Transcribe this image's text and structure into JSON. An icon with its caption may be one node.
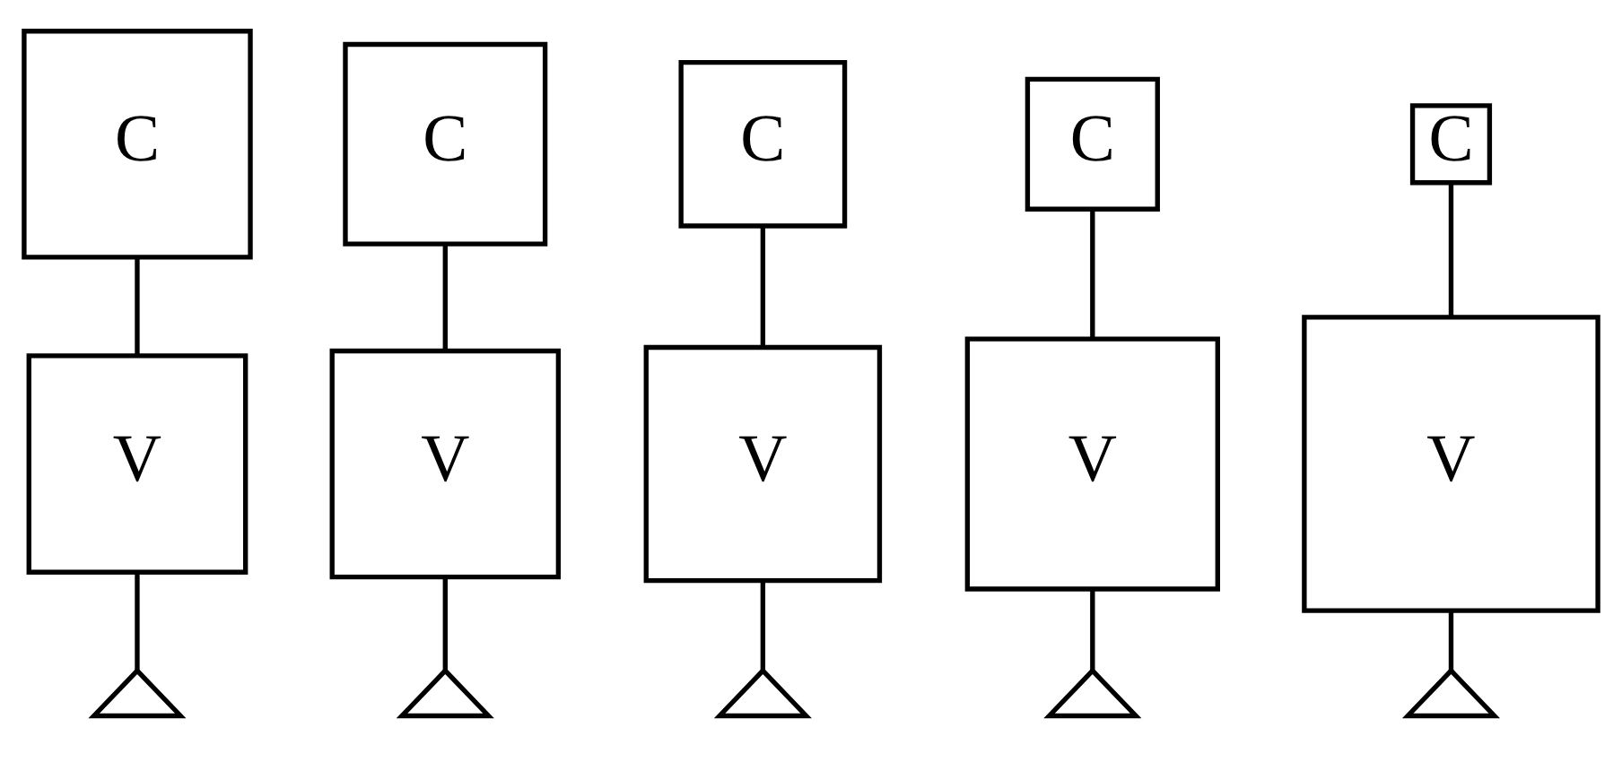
{
  "diagram": {
    "nodes": [
      {
        "text": [
          "C"
        ]
      },
      {
        "text": [
          "V"
        ]
      },
      {
        "text": [],
        "shape": "triangle"
      },
      {
        "text": [
          "C"
        ]
      },
      {
        "text": [
          "V"
        ]
      },
      {
        "text": [],
        "shape": "triangle"
      },
      {
        "text": [
          "C"
        ]
      },
      {
        "text": [
          "V"
        ]
      },
      {
        "text": [],
        "shape": "triangle"
      },
      {
        "text": [
          "C"
        ]
      },
      {
        "text": [
          "V"
        ]
      },
      {
        "text": [],
        "shape": "triangle"
      },
      {
        "text": [
          "C"
        ]
      },
      {
        "text": [
          "V"
        ]
      },
      {
        "text": [],
        "shape": "triangle"
      }
    ],
    "edges": [
      {
        "from": 0,
        "to": 1,
        "arrow": "none"
      },
      {
        "from": 1,
        "to": 2,
        "arrow": "none"
      },
      {
        "from": 3,
        "to": 4,
        "arrow": "none"
      },
      {
        "from": 4,
        "to": 5,
        "arrow": "none"
      },
      {
        "from": 6,
        "to": 7,
        "arrow": "none"
      },
      {
        "from": 7,
        "to": 8,
        "arrow": "none"
      },
      {
        "from": 9,
        "to": 10,
        "arrow": "none"
      },
      {
        "from": 10,
        "to": 11,
        "arrow": "none"
      },
      {
        "from": 12,
        "to": 13,
        "arrow": "none"
      },
      {
        "from": 13,
        "to": 14,
        "arrow": "none"
      }
    ]
  }
}
